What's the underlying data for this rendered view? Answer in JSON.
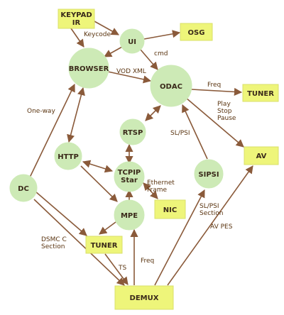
{
  "nodes": {
    "keypad": [
      "KEYPAD",
      "IR"
    ],
    "ui": "UI",
    "osg": "OSG",
    "browser": "BROWSER",
    "odac": "ODAC",
    "tuner_top": "TUNER",
    "rtsp": "RTSP",
    "http": "HTTP",
    "tcpip": [
      "TCPIP",
      "Star"
    ],
    "sipsi": "SIPSI",
    "av": "AV",
    "dc": "DC",
    "mpe": "MPE",
    "nic": "NIC",
    "tuner_bottom": "TUNER",
    "demux": "DEMUX"
  },
  "edge_labels": {
    "keycode": "Keycode",
    "cmd": "cmd",
    "vod_xml": "VOD XML",
    "freq_top": "Freq",
    "play_stop_pause": [
      "Play",
      "Stop",
      "Pause"
    ],
    "sl_psi_top": "SL/PSI",
    "one_way": "One-way",
    "ethernet_frame": [
      "Ethernet",
      "Frame"
    ],
    "sl_psi_section": [
      "SL/PSI",
      "Section"
    ],
    "av_pes": "AV PES",
    "dsmcc_section": [
      "DSMC C",
      "Section"
    ],
    "ts": "TS",
    "freq_bottom": "Freq"
  }
}
